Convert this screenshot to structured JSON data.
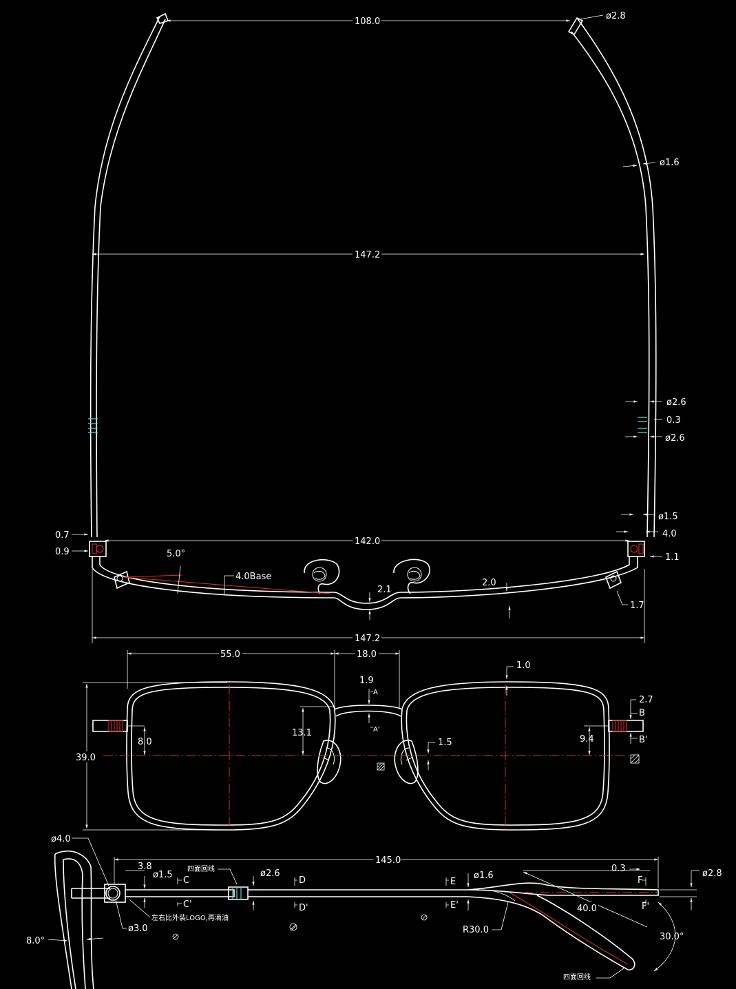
{
  "top_view": {
    "temple_tip_width": "108.0",
    "tip_diameter": "ø2.8",
    "temple_diameter": "ø1.6",
    "temple_spread": "147.2",
    "ring_outer_1": "ø2.6",
    "ring_gap": "0.3",
    "ring_outer_2": "ø2.6",
    "hinge_diameter": "ø1.5",
    "hinge_offset_r": "4.0",
    "hinge_left_a": "0.7",
    "hinge_left_b": "0.9",
    "hinge_right_c": "1.1",
    "hinge_span": "142.0",
    "face_angle": "5.0°",
    "base_curve": "4.0Base",
    "bridge_depth": "2.1",
    "rim_thickness": "2.0",
    "endpiece": "1.7",
    "overall_width": "147.2"
  },
  "front_view": {
    "lens_width": "55.0",
    "bridge_width": "18.0",
    "bridge_bar": "1.9",
    "top_rim": "1.0",
    "section_a": "A",
    "section_a2": "A'",
    "section_b": "B",
    "section_b2": "B'",
    "end_thickness": "2.7",
    "bridge_height": "13.1",
    "pad_offset": "1.5",
    "hinge_height_l": "8.0",
    "hinge_height_r": "9.4",
    "lens_height": "39.0"
  },
  "side_view": {
    "rim_diameter": "ø4.0",
    "screw_diameter": "ø3.0",
    "offset_38": "3.8",
    "hinge_dia": "ø1.5",
    "section_c": "C",
    "section_c2": "C'",
    "note_1": "四面回线",
    "note_logo": "左右比外装LOGO,再滴油",
    "ring_dia": "ø2.6",
    "section_d": "D",
    "section_d2": "D'",
    "temple_length": "145.0",
    "section_e": "E",
    "section_e2": "E'",
    "temple_dia": "ø1.6",
    "radius": "R30.0",
    "tip_length": "40.0",
    "tip_offset": "0.3",
    "section_f": "F",
    "section_f2": "F'",
    "tip_dia": "ø2.8",
    "bend_angle": "30.0°",
    "rim_angle": "8.0°",
    "note_2": "四面回线"
  }
}
